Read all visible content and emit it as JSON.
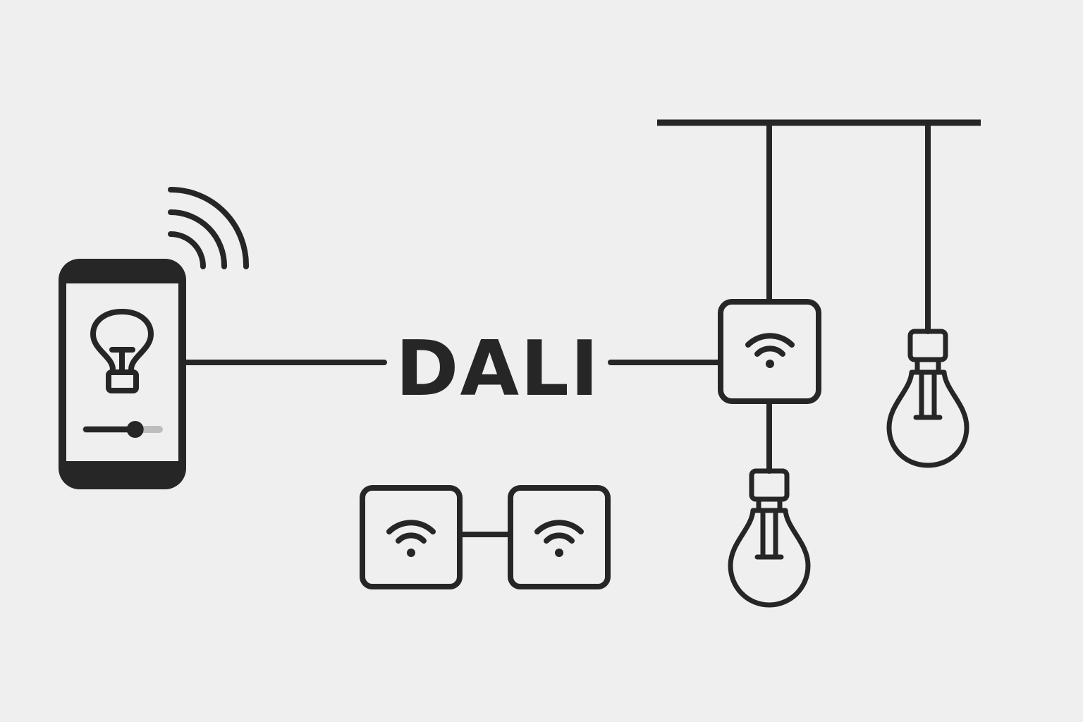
{
  "diagram": {
    "label": "DALI",
    "colors": {
      "background": "#efefef",
      "stroke": "#262626",
      "slider_track": "#bdbdbd"
    },
    "nodes": [
      {
        "id": "smartphone",
        "icon": "smartphone-icon",
        "contains": [
          "lightbulb-icon",
          "brightness-slider"
        ]
      },
      {
        "id": "gateway",
        "icon": "wifi-icon"
      },
      {
        "id": "wireless-module-left",
        "icon": "wifi-icon"
      },
      {
        "id": "wireless-module-right",
        "icon": "wifi-icon"
      },
      {
        "id": "pendant-lamp-left",
        "icon": "lightbulb-icon"
      },
      {
        "id": "pendant-lamp-right",
        "icon": "lightbulb-icon"
      }
    ],
    "edges": [
      {
        "from": "smartphone",
        "to": "gateway",
        "via": "label"
      },
      {
        "from": "ceiling-rail",
        "to": "gateway"
      },
      {
        "from": "gateway",
        "to": "pendant-lamp-left"
      },
      {
        "from": "ceiling-rail",
        "to": "pendant-lamp-right"
      },
      {
        "from": "wireless-module-left",
        "to": "wireless-module-right"
      }
    ],
    "phone_slider_level": 0.67
  }
}
